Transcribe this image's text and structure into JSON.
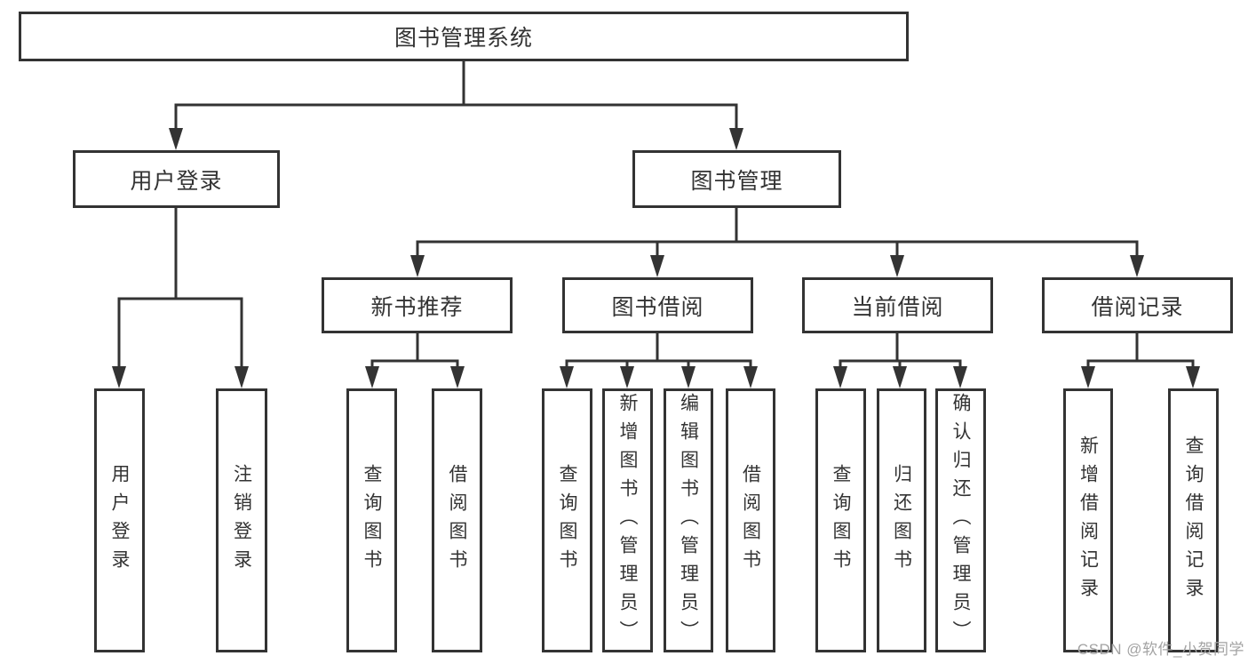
{
  "tree": {
    "label": "图书管理系统",
    "children": [
      {
        "label": "用户登录",
        "children": [
          {
            "label": "用户登录"
          },
          {
            "label": "注销登录"
          }
        ]
      },
      {
        "label": "图书管理",
        "children": [
          {
            "label": "新书推荐",
            "children": [
              {
                "label": "查询图书"
              },
              {
                "label": "借阅图书"
              }
            ]
          },
          {
            "label": "图书借阅",
            "children": [
              {
                "label": "查询图书"
              },
              {
                "label": "新增图书（管理员）"
              },
              {
                "label": "编辑图书（管理员）"
              },
              {
                "label": "借阅图书"
              }
            ]
          },
          {
            "label": "当前借阅",
            "children": [
              {
                "label": "查询图书"
              },
              {
                "label": "归还图书"
              },
              {
                "label": "确认归还（管理员）"
              }
            ]
          },
          {
            "label": "借阅记录",
            "children": [
              {
                "label": "新增借阅记录"
              },
              {
                "label": "查询借阅记录"
              }
            ]
          }
        ]
      }
    ]
  },
  "watermark": {
    "text": "CSDN @软件_小贺同学"
  },
  "colors": {
    "line": "#333333",
    "box_border": "#333333",
    "box_fill": "#ffffff",
    "background": "#ffffff",
    "watermark": "#a3a3a3"
  }
}
